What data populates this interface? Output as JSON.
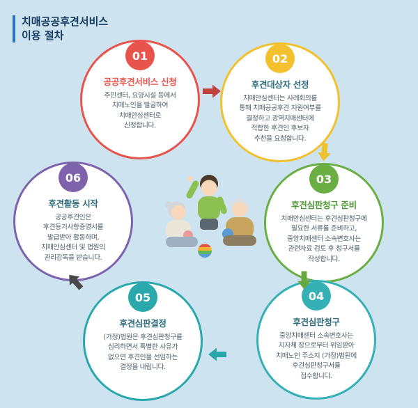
{
  "header": {
    "title_line1": "치매공공후견서비스",
    "title_line2": "이용 절차",
    "accent_bar_color": "#2a72b9",
    "text_color": "#123a5e"
  },
  "steps": [
    {
      "number": "01",
      "title": "공공후견서비스 신청",
      "body": "주민센터, 요양시설 등에서\n치매노인을 발굴하여\n치매안심센터로\n신청합니다.",
      "color": "#e8544b",
      "title_color": "#e8544b"
    },
    {
      "number": "02",
      "title": "후견대상자 선정",
      "body": "치매안심센터는 사례회의를\n통해 치매공공후견 지원여부를\n결정하고 광역치매센터에\n적합한 후견인 후보자\n추천을 요청합니다.",
      "color": "#f2c12d",
      "title_color": "#2f6d7c"
    },
    {
      "number": "03",
      "title": "후견심판청구 준비",
      "body": "치매안심센터는 후견심판청구에\n필요한 서류를 준비하고,\n중앙치매센터 소속변호사는\n관련자료 검토 후 청구서를\n작성합니다.",
      "color": "#6bae43",
      "title_color": "#4f9a35"
    },
    {
      "number": "04",
      "title": "후견심판청구",
      "body": "중앙치매센터 소속변호사는\n지자체 장으로부터 위임받아\n치매노인 주소지 (가정)법원에\n후견심판청구서를\n접수합니다.",
      "color": "#35b0b5",
      "title_color": "#2f6d7c"
    },
    {
      "number": "05",
      "title": "후견심판결정",
      "body": "(가정)법원은 후견심판청구를\n심리하면서 특별한 사유가\n없으면 후견인을 선임하는\n결정을 내립니다.",
      "color": "#2aa8ac",
      "title_color": "#2f6d7c"
    },
    {
      "number": "06",
      "title": "후견활동 시작",
      "body": "공공후견인은\n후견등기사항증명서를\n발급받아 활동하며,\n치매안심센터 및 법원의\n관리감독을 받습니다.",
      "color": "#7d62ac",
      "title_color": "#2f6d7c"
    }
  ],
  "arrows": [
    {
      "from": "01",
      "to": "02",
      "color": "#c0443c"
    },
    {
      "from": "02",
      "to": "03",
      "color": "#eec22c"
    },
    {
      "from": "03",
      "to": "04",
      "color": "#67a93f"
    },
    {
      "from": "04",
      "to": "05",
      "color": "#2aa6aa"
    },
    {
      "from": "05",
      "to": "06",
      "color": "#4a4a4a"
    }
  ],
  "canvas": {
    "background": "#cde4f0"
  }
}
